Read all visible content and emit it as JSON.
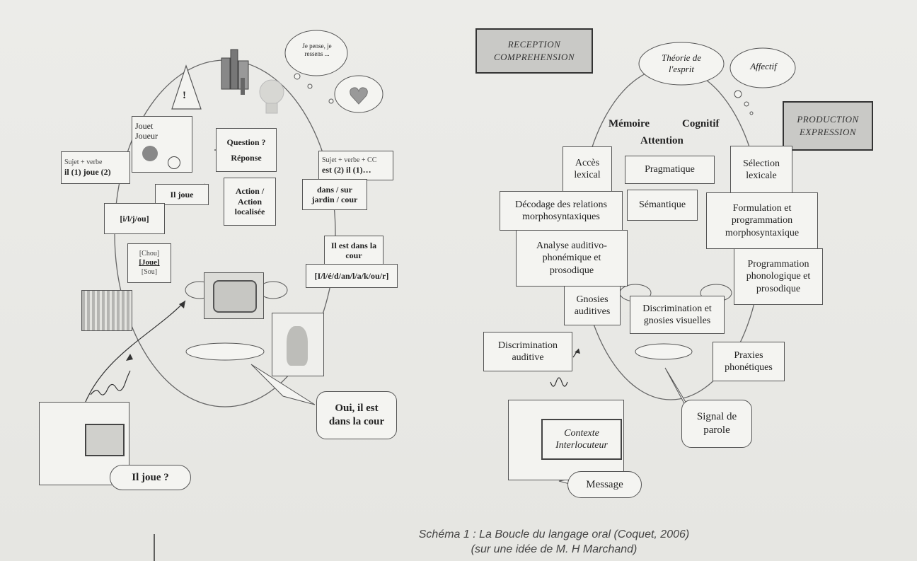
{
  "left": {
    "sujet_verbe": "Sujet + verbe",
    "il_joue": "il (1)  joue (2)",
    "jouet": "Jouet",
    "joueur": "Joueur",
    "question": "Question ?",
    "reponse": "Réponse",
    "il_joue_box": "Il joue",
    "phonemes": "[i/l/j/ou]",
    "action1": "Action /",
    "action2": "Action",
    "action3": "localisée",
    "scv_cc": "Sujet + verbe  + CC",
    "est_il": "est (2)  il (1)…",
    "dans_sur": "dans / sur",
    "jardin_cour": "jardin / cour",
    "il_est1": "Il est dans la",
    "il_est2": "cour",
    "phonemes2": "[I/l/é/d/an/l/a/k/ou/r]",
    "chou": "[Chou]",
    "joue_sel": "[Joue]",
    "sou": "[Sou]",
    "alert": "!",
    "cloud_thought": "Je pense, je ressens ...",
    "answer_bubble": "Oui, il est dans la cour",
    "question_bubble": "Il joue ?"
  },
  "right": {
    "reception": "RECEPTION COMPREHENSION",
    "production": "PRODUCTION EXPRESSION",
    "theorie": "Théorie de l'esprit",
    "affectif": "Affectif",
    "memoire": "Mémoire",
    "cognitif": "Cognitif",
    "attention": "Attention",
    "acces": "Accès lexical",
    "pragmatique": "Pragmatique",
    "selection": "Sélection lexicale",
    "decodage": "Décodage des relations morphosyntaxiques",
    "semantique": "Sémantique",
    "formulation": "Formulation et programmation morphosyntaxique",
    "analyse": "Analyse auditivo-phonémique et prosodique",
    "programmation": "Programmation phonologique et prosodique",
    "gnosies_aud": "Gnosies auditives",
    "discrim_vis": "Discrimination et gnosies visuelles",
    "discrim_aud": "Discrimination auditive",
    "praxies": "Praxies phonétiques",
    "contexte": "Contexte",
    "interlocuteur": "Interlocuteur",
    "message": "Message",
    "signal": "Signal de parole"
  },
  "caption": {
    "line1": "Schéma 1 : La Boucle du langage oral (Coquet, 2006)",
    "line2": "(sur une idée de M. H Marchand)"
  }
}
